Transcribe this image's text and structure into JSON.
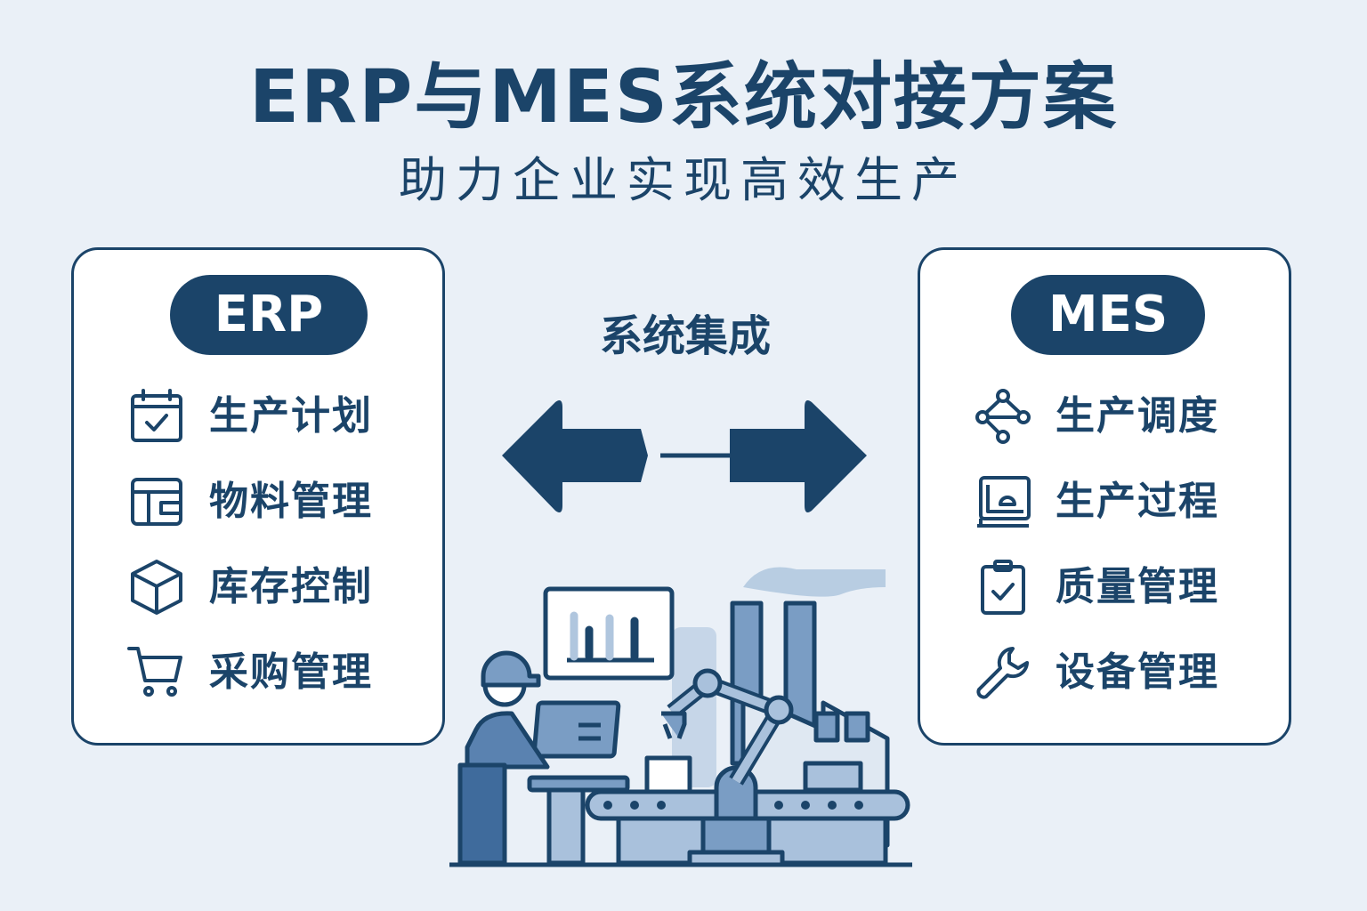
{
  "header": {
    "title": "ERP与MES系统对接方案",
    "subtitle": "助力企业实现高效生产"
  },
  "erp": {
    "label": "ERP",
    "items": [
      {
        "label": "生产计划",
        "icon": "calendar-check-icon"
      },
      {
        "label": "物料管理",
        "icon": "materials-icon"
      },
      {
        "label": "库存控制",
        "icon": "box-icon"
      },
      {
        "label": "采购管理",
        "icon": "shopping-cart-icon"
      }
    ]
  },
  "mes": {
    "label": "MES",
    "items": [
      {
        "label": "生产调度",
        "icon": "network-nodes-icon"
      },
      {
        "label": "生产过程",
        "icon": "process-monitor-icon"
      },
      {
        "label": "质量管理",
        "icon": "clipboard-check-icon"
      },
      {
        "label": "设备管理",
        "icon": "wrench-icon"
      }
    ]
  },
  "integration": {
    "label": "系统集成"
  },
  "colors": {
    "background": "#eaf0f7",
    "primary": "#1b4469",
    "accent_light": "#8fb0d2"
  }
}
